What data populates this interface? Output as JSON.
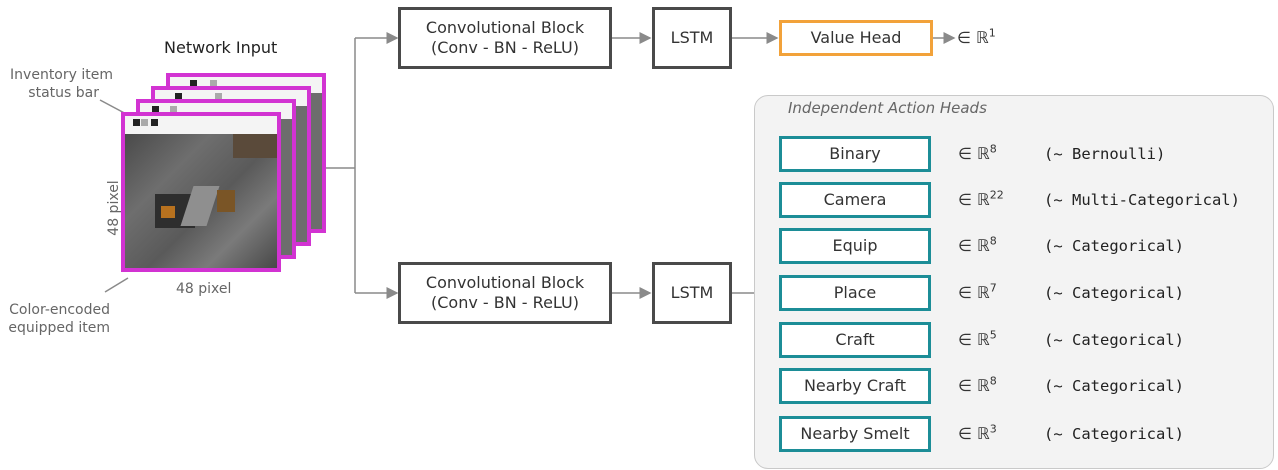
{
  "input": {
    "title": "Network Input",
    "inventory_label_line1": "Inventory item",
    "inventory_label_line2": "status bar",
    "height_label": "48 pixel",
    "width_label": "48 pixel",
    "equipped_label_line1": "Color-encoded",
    "equipped_label_line2": "equipped item",
    "frame_border_color": "#d233d2"
  },
  "top_branch": {
    "conv_line1": "Convolutional Block",
    "conv_line2": "(Conv - BN - ReLU)",
    "lstm": "LSTM",
    "value_head": "Value Head",
    "value_output": "∈ ℝ",
    "value_dim": "1"
  },
  "bottom_branch": {
    "conv_line1": "Convolutional Block",
    "conv_line2": "(Conv - BN - ReLU)",
    "lstm": "LSTM"
  },
  "action_heads": {
    "title": "Independent Action Heads",
    "heads": [
      {
        "label": "Binary",
        "output": "∈ ℝ",
        "dim": "8",
        "dist": "(~ Bernoulli)"
      },
      {
        "label": "Camera",
        "output": "∈ ℝ",
        "dim": "22",
        "dist": "(~ Multi-Categorical)"
      },
      {
        "label": "Equip",
        "output": "∈ ℝ",
        "dim": "8",
        "dist": "(~ Categorical)"
      },
      {
        "label": "Place",
        "output": "∈ ℝ",
        "dim": "7",
        "dist": "(~ Categorical)"
      },
      {
        "label": "Craft",
        "output": "∈ ℝ",
        "dim": "5",
        "dist": "(~ Categorical)"
      },
      {
        "label": "Nearby Craft",
        "output": "∈ ℝ",
        "dim": "8",
        "dist": "(~ Categorical)"
      },
      {
        "label": "Nearby Smelt",
        "output": "∈ ℝ",
        "dim": "3",
        "dist": "(~ Categorical)"
      }
    ]
  },
  "colors": {
    "dark_box": "#4a4a4a",
    "value_head": "#f2a23a",
    "action_head": "#1c8d97",
    "panel_bg": "#f3f3f3",
    "arrow": "#8a8a8a"
  }
}
